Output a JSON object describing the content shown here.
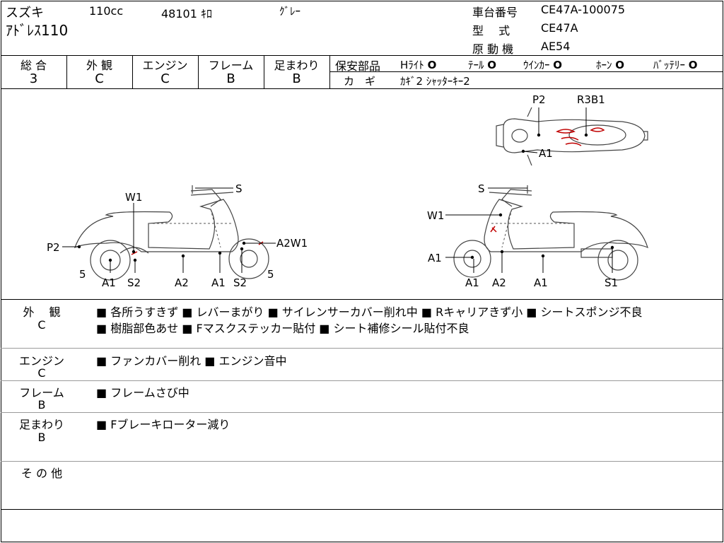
{
  "header": {
    "maker": "スズキ",
    "displacement": "110cc",
    "mileage": "48101 ｷﾛ",
    "color": "ｸﾞﾚｰ",
    "model_name": "ｱﾄﾞﾚｽ110",
    "chassis_label": "車台番号",
    "chassis_value": "CE47A-100075",
    "type_label": "型　 式",
    "type_value": "CE47A",
    "engine_label": "原 動 機",
    "engine_value": "AE54"
  },
  "scores": [
    {
      "label": "総 合",
      "value": "3"
    },
    {
      "label": "外 観",
      "value": "C"
    },
    {
      "label": "エンジン",
      "value": "C"
    },
    {
      "label": "フレーム",
      "value": "B"
    },
    {
      "label": "足まわり",
      "value": "B"
    }
  ],
  "safety": {
    "title": "保安部品",
    "items": [
      {
        "label": "Hﾗｲﾄ",
        "mark": "O"
      },
      {
        "label": "ﾃｰﾙ",
        "mark": "O"
      },
      {
        "label": "ｳｲﾝｶｰ",
        "mark": "O"
      },
      {
        "label": "ﾎｰﾝ",
        "mark": "O"
      },
      {
        "label": "ﾊﾞｯﾃﾘｰ",
        "mark": "O"
      }
    ],
    "key_label": "カ　ギ",
    "key_value": "ｶｷﾞ2 ｼｬｯﾀｰｷｰ2"
  },
  "diagram": {
    "top_view": {
      "label_p2": "P2",
      "label_r3b1": "R3B1",
      "label_a1": "A1"
    },
    "left_view": {
      "label_s": "S",
      "label_w1": "W1",
      "label_p2": "P2",
      "label_a2w1": "A2W1",
      "label_5_left": "5",
      "label_5_right": "5",
      "bottom": [
        "A1",
        "S2",
        "A2",
        "A1",
        "S2"
      ]
    },
    "right_view": {
      "label_s": "S",
      "label_w1": "W1",
      "label_a1": "A1",
      "bottom": [
        "A1",
        "A2",
        "A1",
        "S1"
      ]
    }
  },
  "remarks": {
    "exterior": {
      "label": "外　 観",
      "grade": "C",
      "line1": "■ 各所うすきず ■ レバーまがり ■ サイレンサーカバー削れ中 ■ Rキャリアきず小 ■ シートスポンジ不良",
      "line2": "■ 樹脂部色あせ ■ Fマスクステッカー貼付 ■ シート補修シール貼付不良"
    },
    "engine": {
      "label": "エンジン",
      "grade": "C",
      "line1": "■ ファンカバー削れ ■ エンジン音中"
    },
    "frame": {
      "label": "フレーム",
      "grade": "B",
      "line1": "■ フレームさび中"
    },
    "suspension": {
      "label": "足まわり",
      "grade": "B",
      "line1": "■ Fブレーキローター減り"
    },
    "other": {
      "label": "そ の 他"
    }
  },
  "colors": {
    "damage": "#c00000",
    "sketch": "#444444",
    "rule": "#000000",
    "light_rule": "#9a9a9a"
  }
}
